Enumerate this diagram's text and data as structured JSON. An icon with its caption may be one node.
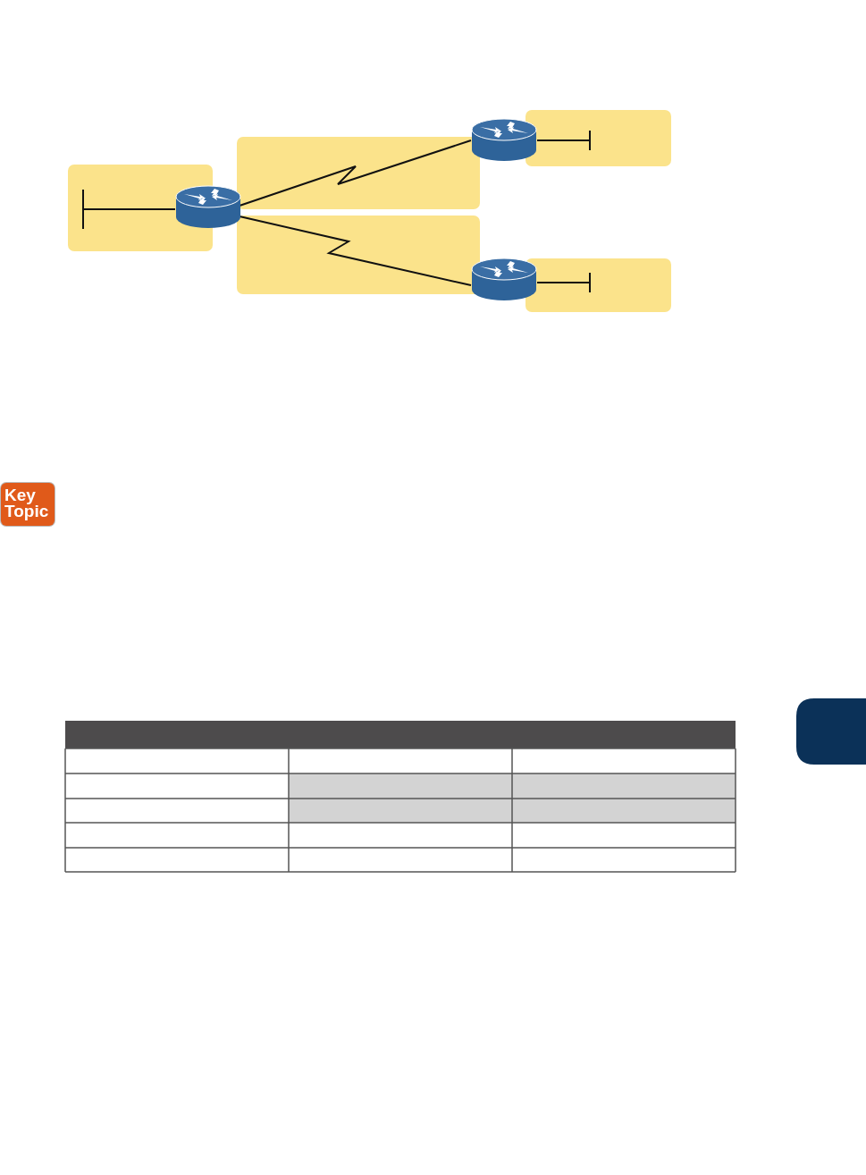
{
  "diagram": {
    "nodes": [
      {
        "text": [],
        "shape": "cylinder"
      },
      {
        "text": [],
        "shape": "cylinder"
      },
      {
        "text": [],
        "shape": "cylinder"
      },
      {
        "text": [],
        "shape": "box"
      }
    ],
    "edges": [
      {
        "from": 0,
        "to": 1,
        "arrow": "none"
      },
      {
        "from": 0,
        "to": 2,
        "arrow": "none"
      }
    ],
    "labels": [
      "Key Topic"
    ]
  }
}
